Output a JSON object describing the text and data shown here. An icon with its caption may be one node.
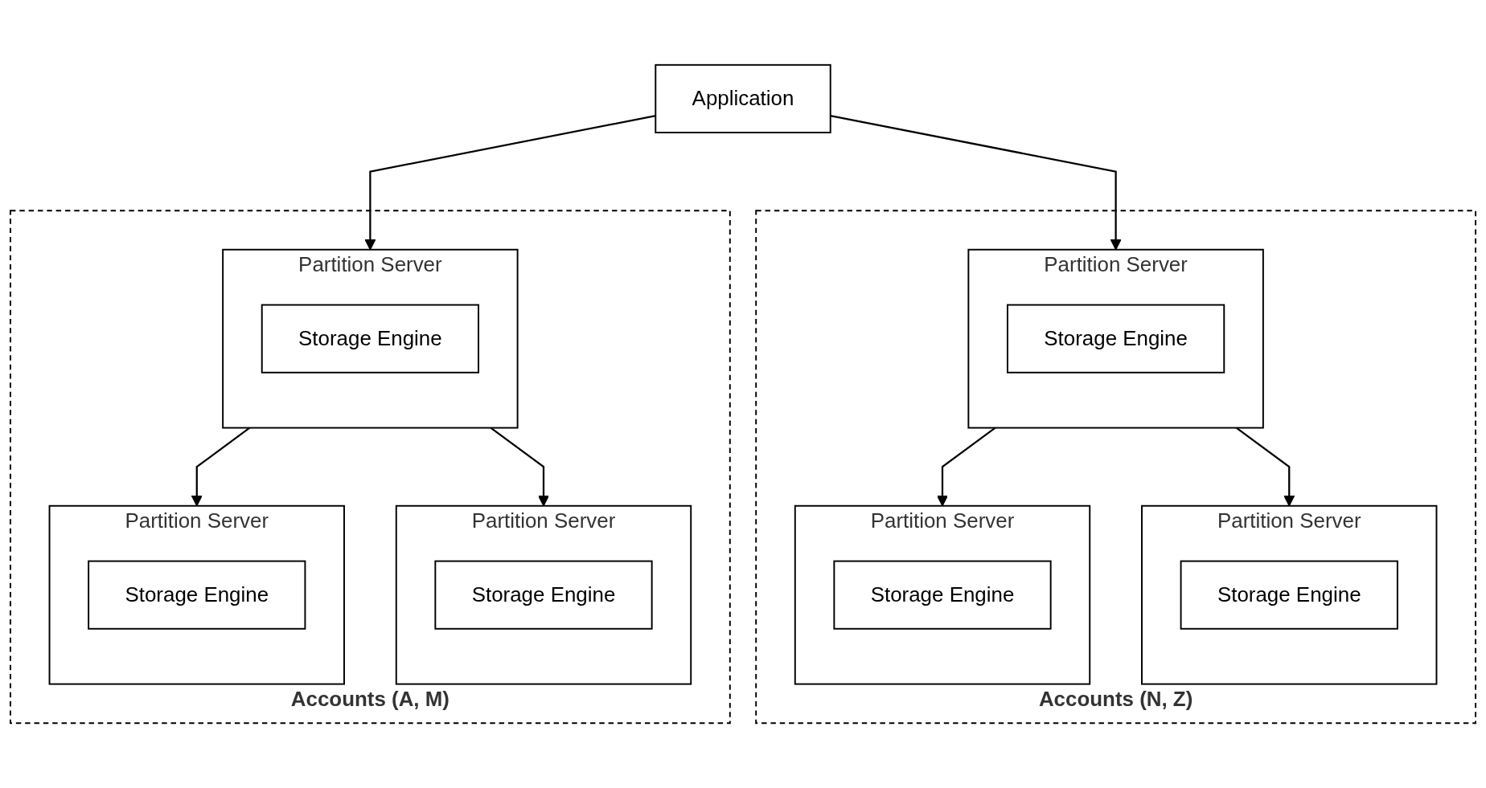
{
  "diagram": {
    "nodes": [
      {
        "text": [
          "Application"
        ]
      },
      {
        "text": [
          "Accounts (A, M)"
        ]
      },
      {
        "text": [
          "Partition Server"
        ],
        "in": 1
      },
      {
        "text": [
          "Storage Engine"
        ],
        "in": 2
      },
      {
        "text": [
          "Partition Server"
        ],
        "in": 1
      },
      {
        "text": [
          "Storage Engine"
        ],
        "in": 4
      },
      {
        "text": [
          "Partition Server"
        ],
        "in": 1
      },
      {
        "text": [
          "Storage Engine"
        ],
        "in": 6
      },
      {
        "text": [
          "Accounts (N, Z)"
        ]
      },
      {
        "text": [
          "Partition Server"
        ],
        "in": 8
      },
      {
        "text": [
          "Storage Engine"
        ],
        "in": 9
      },
      {
        "text": [
          "Partition Server"
        ],
        "in": 8
      },
      {
        "text": [
          "Storage Engine"
        ],
        "in": 11
      },
      {
        "text": [
          "Partition Server"
        ],
        "in": 8
      },
      {
        "text": [
          "Storage Engine"
        ],
        "in": 13
      }
    ],
    "edges": [
      {
        "from": 0,
        "to": 2,
        "arrow": "to"
      },
      {
        "from": 0,
        "to": 9,
        "arrow": "to"
      },
      {
        "from": 2,
        "to": 4,
        "arrow": "to"
      },
      {
        "from": 2,
        "to": 6,
        "arrow": "to"
      },
      {
        "from": 9,
        "to": 11,
        "arrow": "to"
      },
      {
        "from": 9,
        "to": 13,
        "arrow": "to"
      }
    ]
  }
}
